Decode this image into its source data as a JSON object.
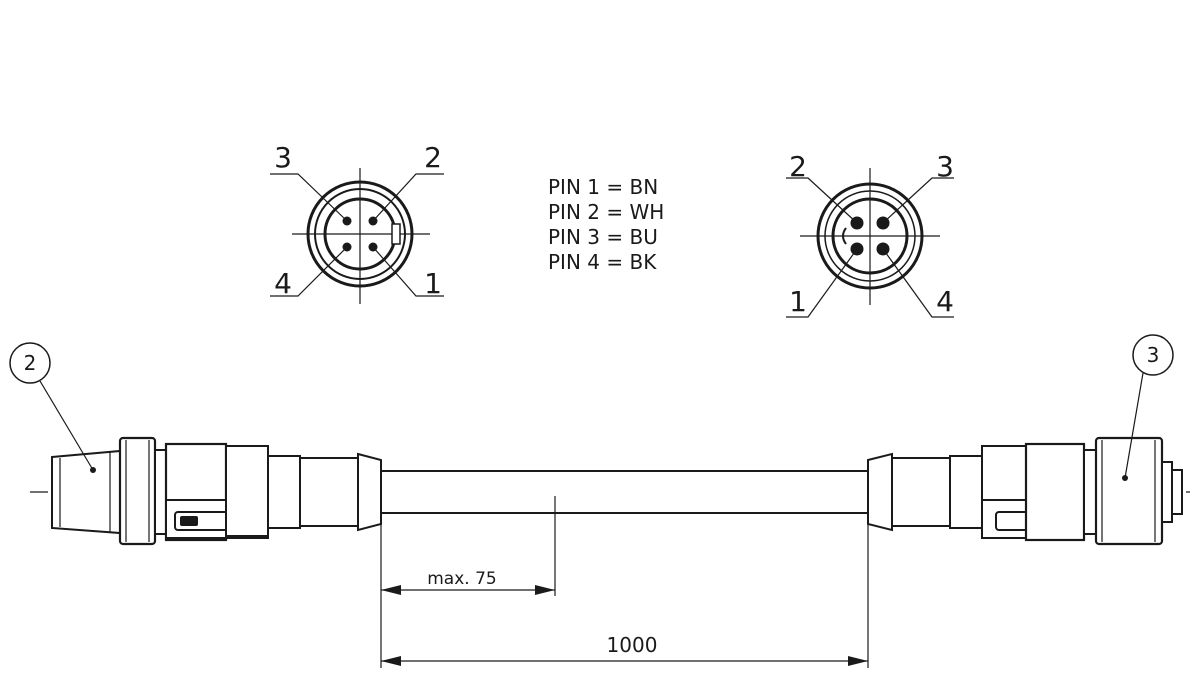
{
  "pin_legend": [
    "PIN 1 = BN",
    "PIN 2 = WH",
    "PIN 3 = BU",
    "PIN 4 = BK"
  ],
  "left_face": {
    "labels": {
      "top_left": "3",
      "top_right": "2",
      "bottom_left": "4",
      "bottom_right": "1"
    }
  },
  "right_face": {
    "labels": {
      "top_left": "2",
      "top_right": "3",
      "bottom_left": "1",
      "bottom_right": "4"
    }
  },
  "callouts": {
    "left": "2",
    "right": "3"
  },
  "dimensions": {
    "short": "max. 75",
    "long": "1000"
  }
}
